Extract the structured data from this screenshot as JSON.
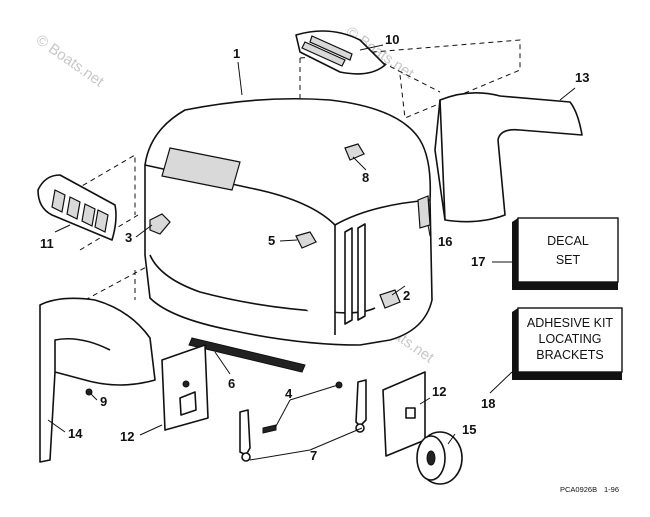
{
  "watermark": "© Boats.net",
  "callouts": [
    "1",
    "2",
    "3",
    "4",
    "5",
    "6",
    "7",
    "8",
    "9",
    "10",
    "11",
    "12",
    "12",
    "13",
    "14",
    "15",
    "16",
    "17",
    "18"
  ],
  "decal_box": {
    "line1": "DECAL",
    "line2": "SET"
  },
  "adhesive_box": {
    "line1": "ADHESIVE KIT",
    "line2": "LOCATING",
    "line3": "BRACKETS"
  },
  "footer": {
    "code": "PCA0926B",
    "date": "1-96"
  }
}
